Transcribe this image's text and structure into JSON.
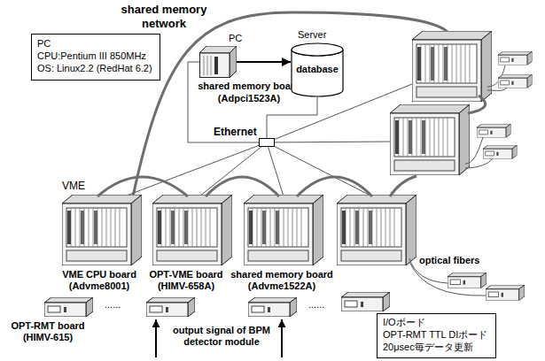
{
  "diagram": {
    "nodes": [
      {
        "text": [
          "PC",
          "CPU:Pentium III 850MHz",
          "OS: Linux2.2 (RedHat 6.2)"
        ]
      },
      {
        "text": [
          "PC",
          "shared memory board (Adpci1523A)"
        ]
      },
      {
        "text": [
          "Server",
          "database"
        ]
      },
      {
        "text": [
          "Ethernet"
        ]
      },
      {
        "text": [
          "I/Oボード",
          "OPT-RMT TTL DIボード",
          "20μsec毎データ更新"
        ]
      }
    ],
    "edges": [
      {
        "from": 1,
        "to": 2,
        "arrow": "to"
      },
      {
        "from": 3,
        "to": 1,
        "arrow": "none"
      },
      {
        "from": 3,
        "to": 2,
        "arrow": "none"
      }
    ],
    "labels": [
      "shared memory network",
      "VME",
      "VME CPU board (Advme8001)",
      "OPT-VME board (HIMV-658A)",
      "shared memory board (Advme1522A)",
      "optical fibers",
      "OPT-RMT board (HIMV-615)",
      "......",
      "output signal of BPM detector module",
      "......"
    ]
  }
}
